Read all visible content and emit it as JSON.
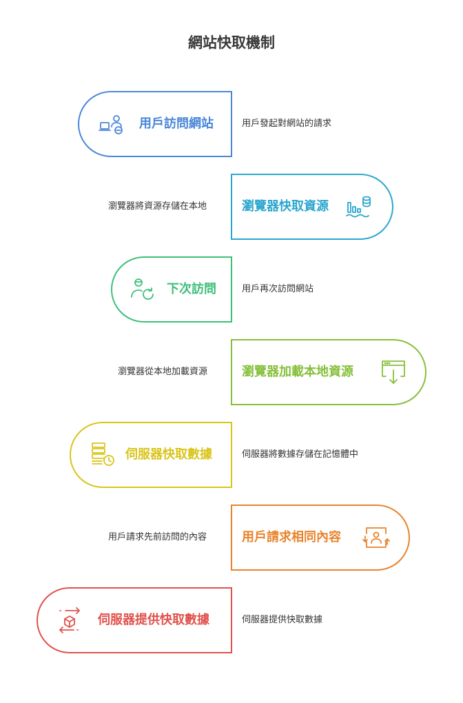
{
  "title": "網站快取機制",
  "steps": [
    {
      "label": "用戶訪問網站",
      "description": "用戶發起對網站的請求",
      "color": "#4a86d8",
      "icon": "user-device-icon"
    },
    {
      "label": "瀏覽器快取資源",
      "description": "瀏覽器將資源存儲在本地",
      "color": "#2aa6cf",
      "icon": "database-chart-icon"
    },
    {
      "label": "下次訪問",
      "description": "用戶再次訪問網站",
      "color": "#3cbf7a",
      "icon": "user-refresh-icon"
    },
    {
      "label": "瀏覽器加載本地資源",
      "description": "瀏覽器從本地加載資源",
      "color": "#86bf3a",
      "icon": "browser-download-icon"
    },
    {
      "label": "伺服器快取數據",
      "description": "伺服器將數據存儲在記憶體中",
      "color": "#d9c41a",
      "icon": "server-clock-icon"
    },
    {
      "label": "用戶請求相同內容",
      "description": "用戶請求先前訪問的內容",
      "color": "#e8832a",
      "icon": "user-request-icon"
    },
    {
      "label": "伺服器提供快取數據",
      "description": "伺服器提供快取數據",
      "color": "#e0504c",
      "icon": "cube-transfer-icon"
    }
  ]
}
